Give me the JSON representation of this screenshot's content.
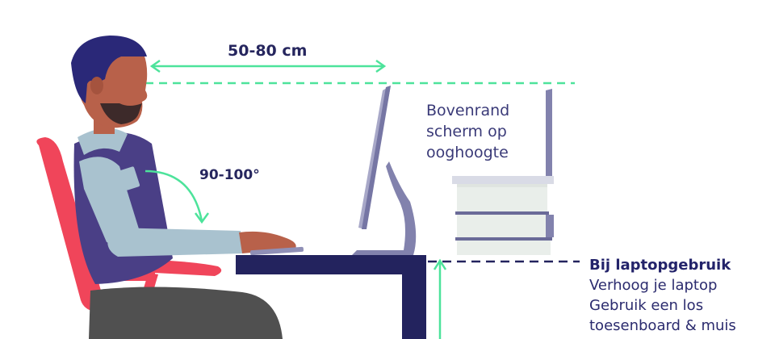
{
  "labels": {
    "distance": "50-80 cm",
    "angle": "90-100°",
    "screen_top": [
      "Bovenrand",
      "scherm op",
      "ooghoogte"
    ],
    "laptop_heading": "Bij laptopgebruik",
    "laptop_tips": [
      "Verhoog je laptop",
      "Gebruik een los",
      "toesenboard & muis"
    ]
  },
  "colors": {
    "accent_green": "#4de39b",
    "navy": "#23235e",
    "chair_red": "#f0455a",
    "skin": "#b8614a",
    "shirt": "#a9c2cf",
    "vest": "#4a3f86",
    "monitor": "#8282ad",
    "books": "#e9eeea"
  }
}
